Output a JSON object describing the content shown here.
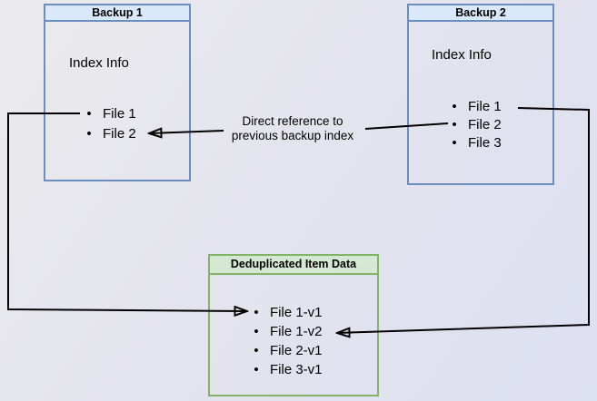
{
  "diagram": {
    "backup1": {
      "title": "Backup 1",
      "subtitle": "Index Info",
      "items": [
        "File 1",
        "File 2"
      ]
    },
    "backup2": {
      "title": "Backup 2",
      "subtitle": "Index Info",
      "items": [
        "File 1",
        "File 2",
        "File 3"
      ]
    },
    "dedup": {
      "title": "Deduplicated Item Data",
      "items": [
        "File 1-v1",
        "File 1-v2",
        "File 2-v1",
        "File 3-v1"
      ]
    },
    "edge_label": "Direct reference to previous backup index",
    "bullet": "•",
    "colors": {
      "blue_fill": "#dae8fc",
      "blue_stroke": "#6c8ebf",
      "green_fill": "#d5e8d4",
      "green_stroke": "#82b366",
      "connector": "#000000"
    }
  }
}
